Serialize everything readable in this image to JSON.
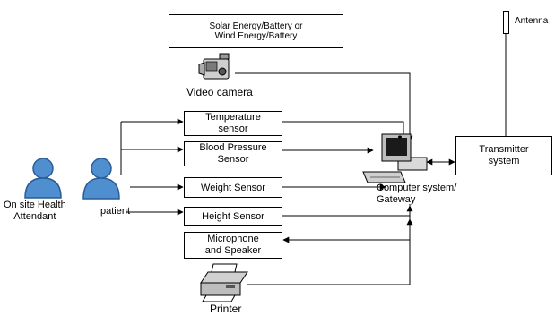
{
  "power_box": {
    "text": "Solar Energy/Battery or\nWind Energy/Battery"
  },
  "video_camera": {
    "label": "Video camera"
  },
  "sensors": {
    "temperature": "Temperature\nsensor",
    "blood_pressure": "Blood Pressure\nSensor",
    "weight": "Weight Sensor",
    "height": "Height Sensor",
    "microphone": "Microphone\nand Speaker"
  },
  "printer": {
    "label": "Printer"
  },
  "computer": {
    "label": "Computer system/\nGateway"
  },
  "transmitter": {
    "text": "Transmitter\nsystem"
  },
  "antenna": {
    "label": "Antenna"
  },
  "people": {
    "attendant": "On site Health\nAttendant",
    "patient": "patient"
  },
  "colors": {
    "person_fill": "#4f8fcf",
    "person_stroke": "#2a5d94",
    "line": "#000000"
  },
  "icons": [
    "video-camera-icon",
    "computer-icon",
    "printer-icon",
    "person-icon"
  ]
}
